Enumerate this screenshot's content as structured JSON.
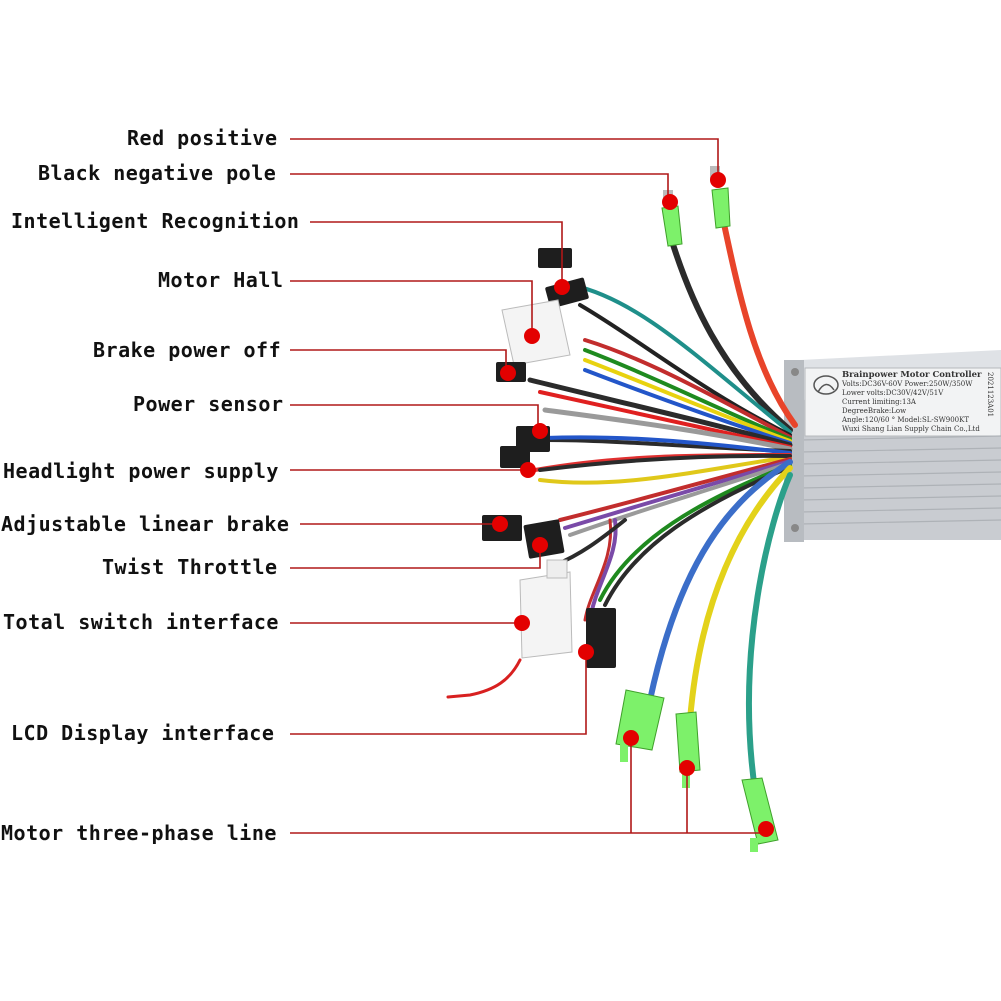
{
  "labels": {
    "red_positive": "Red positive",
    "black_negative": "Black negative pole",
    "intelligent": "Intelligent Recognition",
    "motor_hall": "Motor Hall",
    "brake_power_off": "Brake power off",
    "power_sensor": "Power sensor",
    "headlight": "Headlight power supply",
    "adjustable_brake": "Adjustable linear brake",
    "twist_throttle": "Twist Throttle",
    "total_switch": "Total switch interface",
    "lcd_display": "LCD Display interface",
    "motor_three_phase": "Motor three-phase line"
  },
  "controller": {
    "line1": "Brainpower Motor Controller",
    "line2": "Volts:DC36V-60V Power:250W/350W",
    "line3": "Lower volts:DC30V/42V/51V",
    "line4": "Current limiting:13A",
    "line5": "DegreeBrake:Low",
    "line6": "Angle:120/60 ° Model:SL-SW900KT",
    "line7": "Wuxi Shang Lian Supply Chain Co.,Ltd",
    "serial": "2021123A01"
  },
  "colors": {
    "callout_line": "#b01818",
    "marker_dot": "#e30000",
    "connector_green": "#7df16a"
  }
}
